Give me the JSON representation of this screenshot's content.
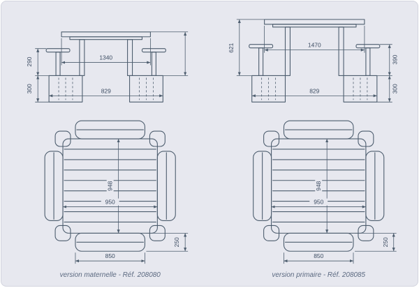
{
  "colors": {
    "background": "#e7e8ef",
    "line": "#4d5d6e",
    "text": "#3d4d63",
    "caption": "#5b6980"
  },
  "panels": {
    "maternelle": {
      "caption": "version maternelle - Réf. 208080",
      "elevation": {
        "seat_height": "290",
        "anchor_depth": "300",
        "table_width": "1340",
        "base_span": "829"
      },
      "plan": {
        "depth": "948",
        "width": "950",
        "bench_width": "850",
        "bench_depth": "250"
      }
    },
    "primaire": {
      "caption": "version primaire - Réf. 208085",
      "elevation": {
        "total_height": "621",
        "table_width": "1470",
        "base_span": "829",
        "seat_height": "390",
        "anchor_depth": "300"
      },
      "plan": {
        "depth": "948",
        "width": "950",
        "bench_width": "850",
        "bench_depth": "250"
      }
    }
  }
}
